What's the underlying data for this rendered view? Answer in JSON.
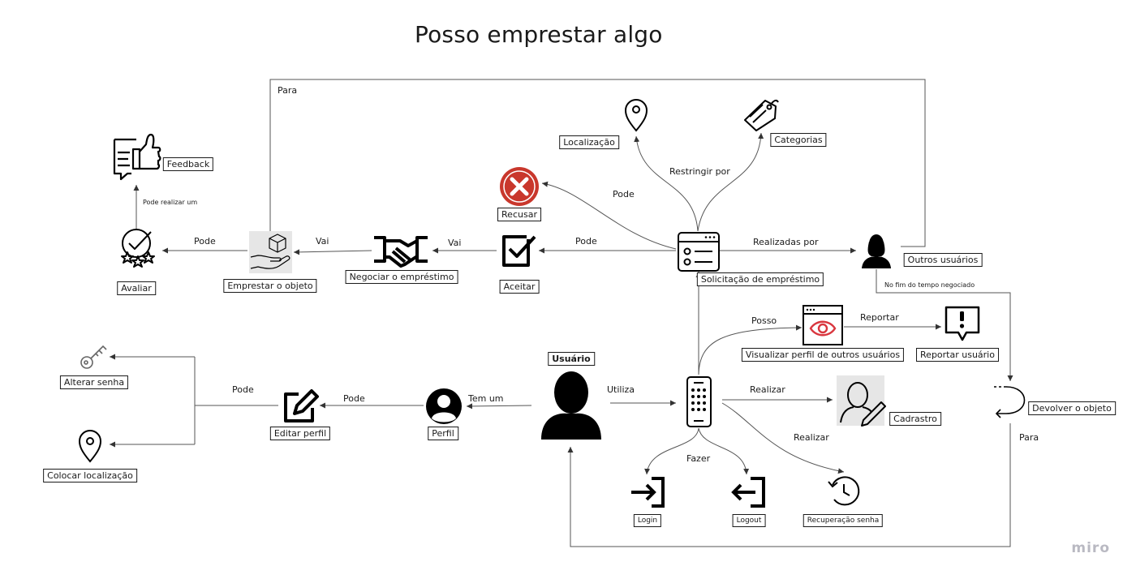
{
  "title": "Posso emprestar algo",
  "nodes": {
    "usuario": "Usuário",
    "perfil": "Perfil",
    "editar_perfil": "Editar perfil",
    "alterar_senha": "Alterar senha",
    "colocar_localizacao": "Colocar localização",
    "cadastro": "Cadrastro",
    "login": "Login",
    "logout": "Logout",
    "recuperacao_senha": "Recuperação senha",
    "visualizar_perfil": "Visualizar perfil de outros usuários",
    "reportar_usuario": "Reportar usuário",
    "solicitacao": "Solicitação de empréstimo",
    "outros_usuarios": "Outros usuários",
    "localizacao": "Localização",
    "categorias": "Categorias",
    "recusar": "Recusar",
    "aceitar": "Aceitar",
    "negociar": "Negociar o empréstimo",
    "emprestar": "Emprestar o objeto",
    "avaliar": "Avaliar",
    "feedback": "Feedback",
    "devolver": "Devolver o objeto"
  },
  "edges": {
    "para_top": "Para",
    "pode_realizar_um": "Pode realizar um",
    "pode_avaliar": "Pode",
    "vai_emprestar": "Vai",
    "vai_negociar": "Vai",
    "pode_aceitar": "Pode",
    "pode_recusar": "Pode",
    "restringir_por": "Restringir por",
    "realizadas_por": "Realizadas por",
    "no_fim": "No fim do tempo negociado",
    "posso": "Posso",
    "reportar": "Reportar",
    "utiliza": "Utiliza",
    "tem_um": "Tem um",
    "pode_editar": "Pode",
    "pode_config": "Pode",
    "realizar_cadastro": "Realizar",
    "realizar_recuperacao": "Realizar",
    "fazer": "Fazer",
    "para_bottom": "Para"
  },
  "icons": {
    "usuario": "person-silhouette-icon",
    "perfil": "user-circle-icon",
    "editar_perfil": "edit-pencil-icon",
    "alterar_senha": "keys-icon",
    "colocar_localizacao": "location-pin-icon",
    "app": "mobile-keypad-icon",
    "cadastro": "user-edit-icon",
    "login": "login-icon",
    "logout": "logout-icon",
    "recuperacao_senha": "history-icon",
    "visualizar_perfil": "eye-window-icon",
    "reportar_usuario": "report-bubble-icon",
    "solicitacao": "form-window-icon",
    "outros_usuarios": "woman-silhouette-icon",
    "localizacao": "location-pin-icon",
    "categorias": "tag-icon",
    "recusar": "red-x-circle-icon",
    "aceitar": "checkbox-check-icon",
    "negociar": "handshake-icon",
    "emprestar": "hand-box-icon",
    "avaliar": "rating-stars-icon",
    "feedback": "thumbs-up-feedback-icon",
    "devolver": "return-arrow-icon"
  },
  "colors": {
    "stroke": "#1a1a1a",
    "edge": "#555555",
    "recusar": "#c9372c",
    "eye": "#d9363e",
    "watermark": "#b9b9c2"
  },
  "watermark": "miro"
}
